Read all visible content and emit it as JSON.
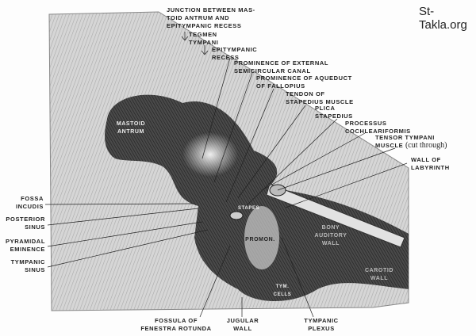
{
  "watermark": "St-Takla.org",
  "labels": {
    "junction": [
      "JUNCTION BETWEEN MAS-",
      "TOID ANTRUM AND",
      "EPITYMPANIC RECESS"
    ],
    "tegmen": [
      "TEGMEN",
      "TYMPANI"
    ],
    "epitympanic": [
      "EPITYMPANIC",
      "RECESS"
    ],
    "ext_canal": [
      "PROMINENCE OF EXTERNAL",
      "SEMICIRCULAR CANAL"
    ],
    "aqueduct": [
      "PROMINENCE OF AQUEDUCT",
      "OF FALLOPIUS"
    ],
    "tendon": [
      "TENDON OF",
      "STAPEDIUS MUSCLE"
    ],
    "plica": [
      "PLICA",
      "STAPEDIUS"
    ],
    "processus": [
      "PROCESSUS",
      "COCHLEARIFORMIS"
    ],
    "tensor": [
      "TENSOR TYMPANI",
      "MUSCLE",
      "(cut through)"
    ],
    "labyrinth": [
      "WALL OF",
      "LABYRINTH"
    ],
    "fossa_incudis": [
      "FOSSA",
      "INCUDIS"
    ],
    "posterior_sinus": [
      "POSTERIOR",
      "SINUS"
    ],
    "pyramidal": [
      "PYRAMIDAL",
      "EMINENCE"
    ],
    "tympanic_sinus": [
      "TYMPANIC",
      "SINUS"
    ],
    "fossula": [
      "FOSSULA OF",
      "FENESTRA ROTUNDA"
    ],
    "jugular": [
      "JUGULAR",
      "WALL"
    ],
    "plexus": [
      "TYMPANIC",
      "PLEXUS"
    ],
    "mastoid": [
      "MASTOID",
      "ANTRUM"
    ],
    "stapes": "STAPES",
    "promon": "PROMON.",
    "bony": [
      "BONY",
      "AUDITORY",
      "WALL"
    ],
    "carotid": [
      "CAROTID",
      "WALL"
    ],
    "tym_cells": [
      "TYM.",
      "CELLS"
    ]
  }
}
